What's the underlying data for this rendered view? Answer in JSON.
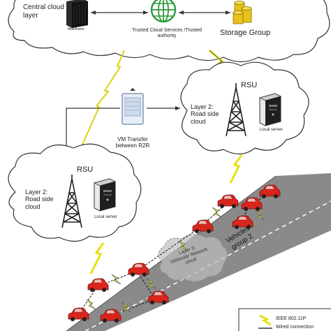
{
  "top_cloud": {
    "central_label_line1": "Central cloud",
    "central_label_line2": "layer",
    "mainframe_label": "Mainframe",
    "trusted_label_line1": "Trusted Cloud Services /Trusted",
    "trusted_label_line2": "authority",
    "storage_label": "Storage Group"
  },
  "vm_transfer": {
    "line1": "VM Transfer",
    "line2": "between R2R"
  },
  "rsu_right": {
    "rsu_label": "RSU",
    "layer_line1": "Layer 2:",
    "layer_line2": "Road side",
    "layer_line3": "cloud",
    "server_label": "Local server"
  },
  "rsu_left": {
    "rsu_label": "RSU",
    "layer_line1": "Layer 2:",
    "layer_line2": "Road side",
    "layer_line3": "cloud",
    "server_label": "Local server"
  },
  "road": {
    "vnet_line1": "Layer 3:",
    "vnet_line2": "Vehicular Network",
    "vnet_line3": "cloud",
    "group_line1": "Vehicles",
    "group_line2": "group 2"
  },
  "legend": {
    "wireless_label": "IEEE 802.11P",
    "wired_label": "Wired connection"
  },
  "colors": {
    "cloud_stroke": "#333333",
    "globe": "#2e9a3a",
    "storage": "#e8c21a",
    "car": "#d9261c",
    "lightning": "#e6e010",
    "road": "#7f7f7f",
    "vnet_cloud": "#9a9a9a"
  },
  "icons": [
    "mainframe-icon",
    "globe-icon",
    "storage-icon",
    "vm-server-icon",
    "tower-icon",
    "server-icon",
    "car-icon",
    "lightning-icon"
  ]
}
